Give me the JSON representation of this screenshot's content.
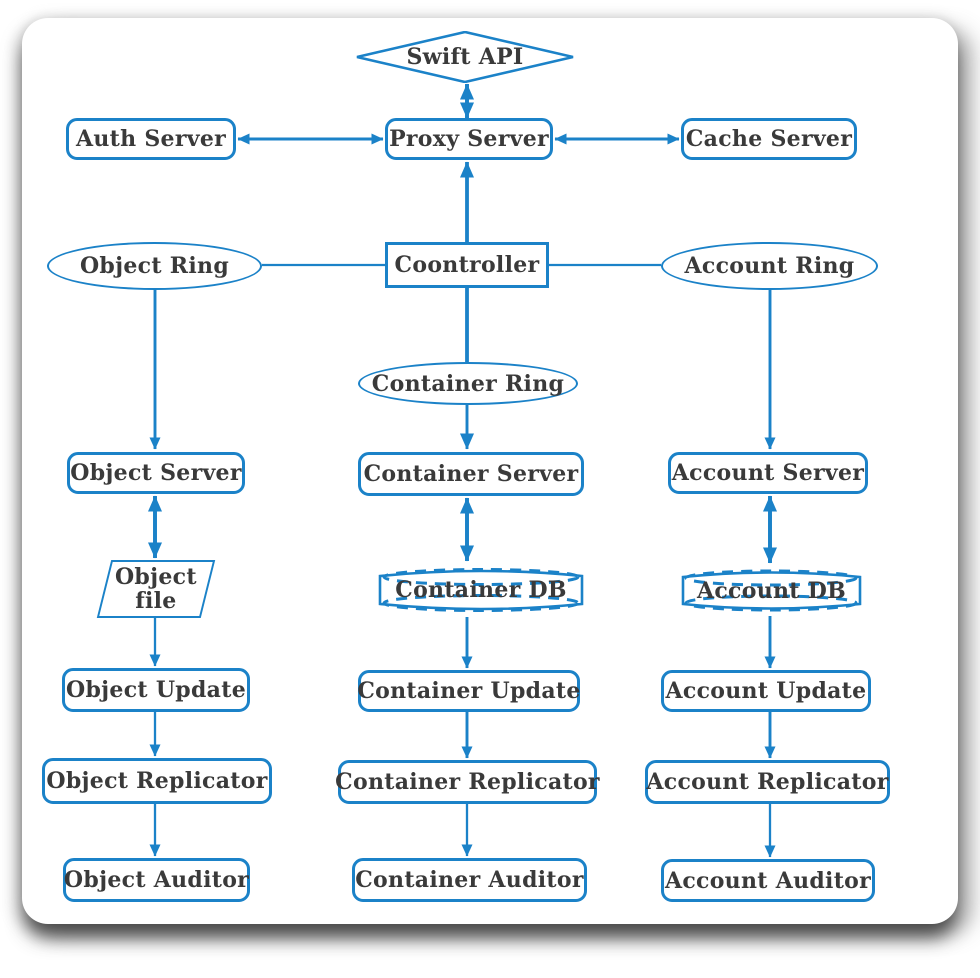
{
  "colors": {
    "accent_blue": "#1b82c8",
    "text": "#3a3a3a",
    "card_background": "#ffffff"
  },
  "nodes": {
    "swift_api": {
      "label": "Swift API",
      "shape": "diamond"
    },
    "auth_server": {
      "label": "Auth Server",
      "shape": "rounded-rect"
    },
    "proxy_server": {
      "label": "Proxy Server",
      "shape": "rounded-rect"
    },
    "cache_server": {
      "label": "Cache Server",
      "shape": "rounded-rect"
    },
    "object_ring": {
      "label": "Object Ring",
      "shape": "ellipse"
    },
    "controller": {
      "label": "Coontroller",
      "shape": "rect"
    },
    "account_ring": {
      "label": "Account Ring",
      "shape": "ellipse"
    },
    "container_ring": {
      "label": "Container Ring",
      "shape": "ellipse"
    },
    "object_server": {
      "label": "Object Server",
      "shape": "rounded-rect"
    },
    "container_server": {
      "label": "Container Server",
      "shape": "rounded-rect"
    },
    "account_server": {
      "label": "Account Server",
      "shape": "rounded-rect"
    },
    "object_file": {
      "label": "Object file",
      "line1": "Object",
      "line2": "file",
      "shape": "parallelogram"
    },
    "container_db": {
      "label": "Container DB",
      "shape": "cylinder-dashed"
    },
    "account_db": {
      "label": "Account DB",
      "shape": "cylinder-dashed"
    },
    "object_update": {
      "label": "Object Update",
      "shape": "rounded-rect"
    },
    "container_update": {
      "label": "Container Update",
      "shape": "rounded-rect"
    },
    "account_update": {
      "label": "Account Update",
      "shape": "rounded-rect"
    },
    "object_replicator": {
      "label": "Object Replicator",
      "shape": "rounded-rect"
    },
    "container_replicator": {
      "label": "Container Replicator",
      "shape": "rounded-rect"
    },
    "account_replicator": {
      "label": "Account Replicator",
      "shape": "rounded-rect"
    },
    "object_auditor": {
      "label": "Object Auditor",
      "shape": "rounded-rect"
    },
    "container_auditor": {
      "label": "Container Auditor",
      "shape": "rounded-rect"
    },
    "account_auditor": {
      "label": "Account Auditor",
      "shape": "rounded-rect"
    }
  },
  "edges": [
    {
      "from": "swift_api",
      "to": "proxy_server",
      "type": "double-arrow"
    },
    {
      "from": "auth_server",
      "to": "proxy_server",
      "type": "double-arrow"
    },
    {
      "from": "proxy_server",
      "to": "cache_server",
      "type": "double-arrow"
    },
    {
      "from": "controller",
      "to": "proxy_server",
      "type": "arrow"
    },
    {
      "from": "object_ring",
      "to": "controller",
      "type": "line"
    },
    {
      "from": "controller",
      "to": "account_ring",
      "type": "line"
    },
    {
      "from": "controller",
      "to": "container_ring",
      "type": "line"
    },
    {
      "from": "container_ring",
      "to": "container_server",
      "type": "arrow"
    },
    {
      "from": "object_ring",
      "to": "object_server",
      "type": "arrow"
    },
    {
      "from": "account_ring",
      "to": "account_server",
      "type": "arrow"
    },
    {
      "from": "object_server",
      "to": "object_file",
      "type": "double-arrow"
    },
    {
      "from": "container_server",
      "to": "container_db",
      "type": "double-arrow"
    },
    {
      "from": "account_server",
      "to": "account_db",
      "type": "double-arrow"
    },
    {
      "from": "object_file",
      "to": "object_update",
      "type": "arrow"
    },
    {
      "from": "container_db",
      "to": "container_update",
      "type": "arrow"
    },
    {
      "from": "account_db",
      "to": "account_update",
      "type": "arrow"
    },
    {
      "from": "object_update",
      "to": "object_replicator",
      "type": "arrow"
    },
    {
      "from": "container_update",
      "to": "container_replicator",
      "type": "arrow"
    },
    {
      "from": "account_update",
      "to": "account_replicator",
      "type": "arrow"
    },
    {
      "from": "object_replicator",
      "to": "object_auditor",
      "type": "arrow"
    },
    {
      "from": "container_replicator",
      "to": "container_auditor",
      "type": "arrow"
    },
    {
      "from": "account_replicator",
      "to": "account_auditor",
      "type": "arrow"
    }
  ]
}
